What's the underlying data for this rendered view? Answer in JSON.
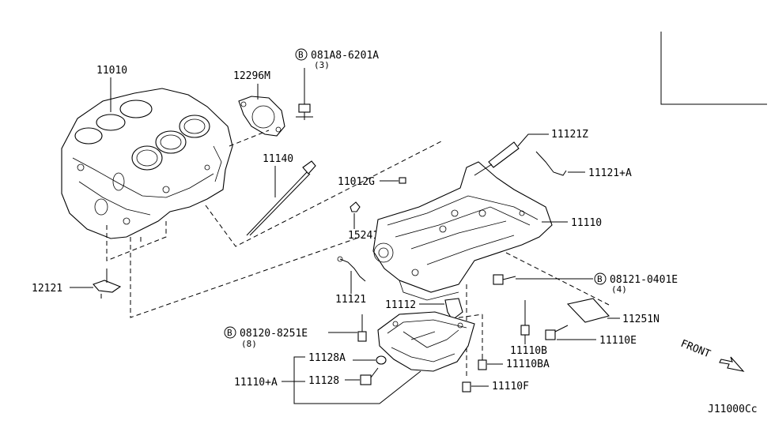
{
  "labels": {
    "block": "11010",
    "seal": "12296M",
    "bolt_b_top": "081A8-6201A",
    "bolt_b_top_qty": "(3)",
    "dipstick": "11140",
    "plug": "11012G",
    "gauge_guide": "15241",
    "tube": "11121",
    "knock": "12121",
    "pipe_z": "11121Z",
    "pipe_a": "11121+A",
    "upper_pan": "11110",
    "bolt_b_mid": "08121-0401E",
    "bolt_b_mid_qty": "(4)",
    "gasket": "11251N",
    "sensor": "11112",
    "bolt_b_left": "08120-8251E",
    "bolt_b_left_qty": "(8)",
    "washer": "11128A",
    "drain_plug": "11128",
    "lower_pan": "11110+A",
    "bolt_b": "11110B",
    "bolt_e": "11110E",
    "bolt_ba": "11110BA",
    "bolt_f": "11110F",
    "front": "FRONT",
    "diagram_id": "J11000Cс"
  },
  "bolt_symbol": "B"
}
